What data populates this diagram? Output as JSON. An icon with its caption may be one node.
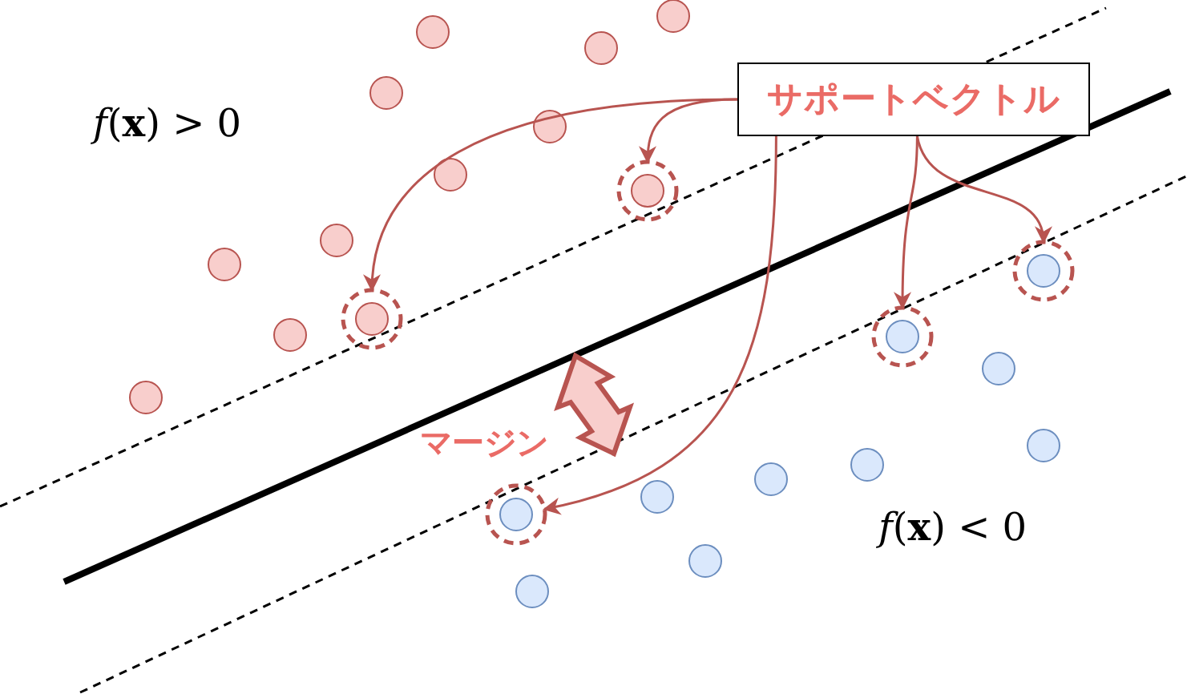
{
  "diagram": {
    "nodes": [
      {
        "text": [
          "サポートベクトル"
        ]
      },
      {
        "text": [],
        "shape": "circle"
      },
      {
        "text": [],
        "shape": "circle"
      },
      {
        "text": [],
        "shape": "circle"
      },
      {
        "text": [],
        "shape": "circle"
      },
      {
        "text": [],
        "shape": "circle"
      }
    ],
    "edges": [
      {
        "from": 0,
        "to": 1,
        "arrow": "to"
      },
      {
        "from": 0,
        "to": 3,
        "arrow": "to"
      },
      {
        "from": 0,
        "to": 2,
        "arrow": "to"
      },
      {
        "from": 0,
        "to": 4,
        "arrow": "to"
      },
      {
        "from": 0,
        "to": 5,
        "arrow": "to"
      }
    ],
    "labels": [
      "*f*(**x**) > 0",
      "マージン",
      "*f*(**x**) < 0"
    ]
  }
}
